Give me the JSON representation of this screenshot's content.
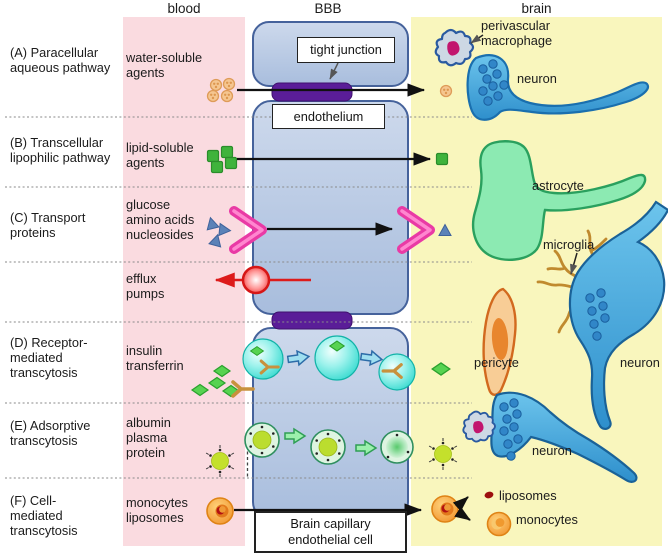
{
  "figure": "Blood-brain barrier transport pathways",
  "headers": {
    "blood": "blood",
    "bbb": "BBB",
    "brain": "brain"
  },
  "pathway_rows": [
    {
      "label_lines": [
        "(A) Paracellular",
        "aqueous pathway"
      ],
      "blood_lines": [
        "water-soluble",
        "agents"
      ]
    },
    {
      "label_lines": [
        "(B) Transcellular",
        "lipophilic pathway"
      ],
      "blood_lines": [
        "lipid-soluble",
        "agents"
      ]
    },
    {
      "label_lines": [
        "(C) Transport",
        "proteins"
      ],
      "blood_lines": [
        "glucose",
        "amino acids",
        "nucleosides"
      ]
    },
    {
      "label_lines": [],
      "blood_lines": [
        "efflux",
        "pumps"
      ]
    },
    {
      "label_lines": [
        "(D) Receptor-",
        "mediated",
        "transcytosis"
      ],
      "blood_lines": [
        "insulin",
        "transferrin"
      ]
    },
    {
      "label_lines": [
        "(E) Adsorptive",
        "transcytosis"
      ],
      "blood_lines": [
        "albumin",
        "plasma",
        "protein"
      ]
    },
    {
      "label_lines": [
        "(F) Cell-",
        "mediated",
        "transcytosis"
      ],
      "blood_lines": [
        "monocytes",
        "liposomes"
      ]
    }
  ],
  "bbb_labels": {
    "tight_junction": "tight junction",
    "endothelium": "endothelium",
    "capillary_lines": [
      "Brain capillary",
      "endothelial cell"
    ]
  },
  "brain_labels": {
    "perivascular_macrophage_lines": [
      "perivascular",
      "macrophage"
    ],
    "neuron_top": "neuron",
    "astrocyte": "astrocyte",
    "microglia": "microglia",
    "pericyte": "pericyte",
    "neuron_right": "neuron",
    "neuron_bottom": "neuron",
    "liposomes": "liposomes",
    "monocytes": "monocytes"
  },
  "colors": {
    "blood_column": "#fadbe0",
    "brain_column": "#f9f6bd",
    "endothelial_cell_fill": "#bccfe8",
    "endothelial_cell_stroke": "#45629b",
    "tight_junction_purple": "#5a1d98",
    "transporter_magenta": "#e93aa5",
    "efflux_red": "#dd1b1b",
    "lipid_agent_green": "#3fb33c",
    "water_agent_peach": "#f5c690",
    "substrate_blue": "#5b82b8",
    "ligand_diamond_green": "#57d351",
    "vesicle_cyan": "#2ed8cd",
    "albumin_green": "#c4e02c",
    "monocyte_orange": "#f29327",
    "neuron_blue": "#45aadd",
    "astrocyte_green": "#8ceab2",
    "microglia_gold": "#c08a2e",
    "pericyte_orange": "#d2691e",
    "macrophage_nucleus_magenta": "#c2156e"
  }
}
